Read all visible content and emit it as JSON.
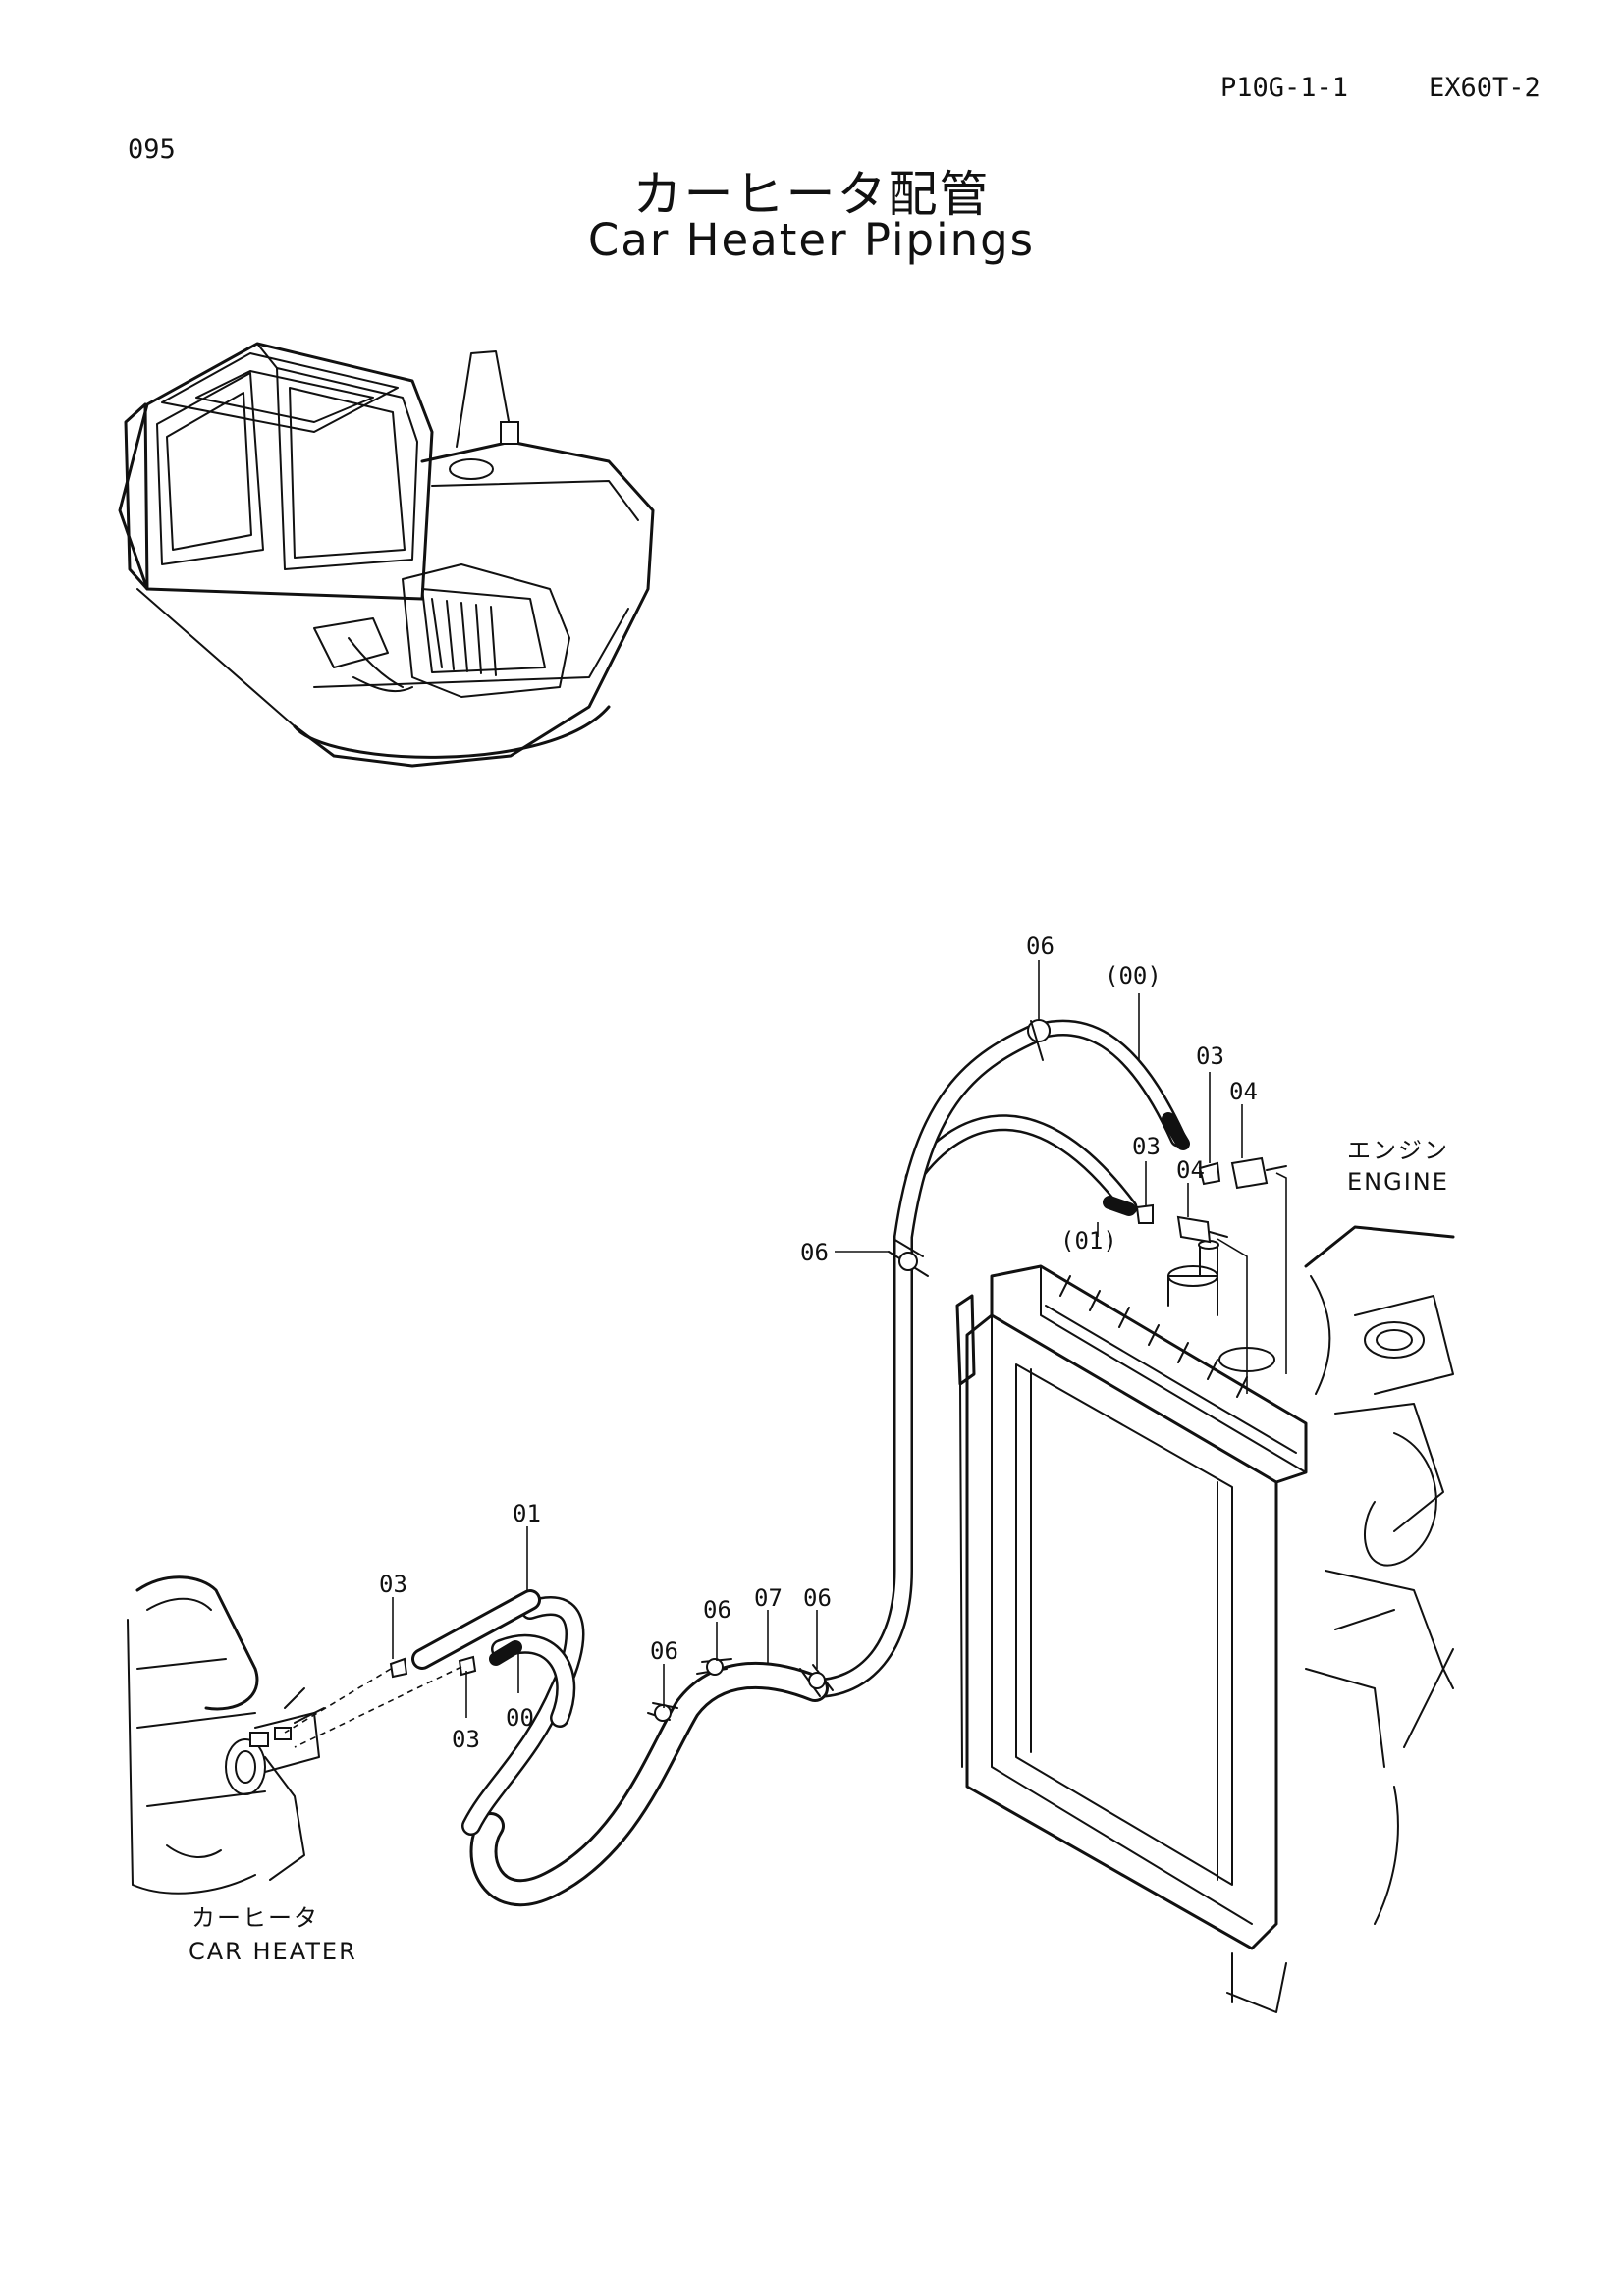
{
  "header": {
    "page_code": "P10G-1-1",
    "model": "EX60T-2",
    "page_number": "095"
  },
  "title": {
    "japanese": "カーヒータ配管",
    "english": "Car Heater Pipings"
  },
  "callouts": {
    "hose_upper_00": "(00)",
    "hose_upper_01": "(01)",
    "clamp_top_06": "06",
    "clamp_mid_06": "06",
    "clamp_upper_03": "03",
    "clamp_upper_03b": "03",
    "fitting_upper_04": "04",
    "fitting_upper_04b": "04",
    "hose_lower_01": "01",
    "clamp_lower_03": "03",
    "clamp_lower_03b": "03",
    "hose_lower_00": "00",
    "clamp_lower_06a": "06",
    "clamp_lower_06b": "06",
    "hose_lower_07": "07",
    "clamp_lower_06c": "06"
  },
  "captions": {
    "engine_jp": "エンジン",
    "engine_en": "ENGINE",
    "heater_jp": "カーヒータ",
    "heater_en": "CAR  HEATER"
  },
  "icons": [
    "excavator-overview-illustration",
    "radiator-illustration",
    "engine-illustration",
    "car-heater-illustration"
  ]
}
